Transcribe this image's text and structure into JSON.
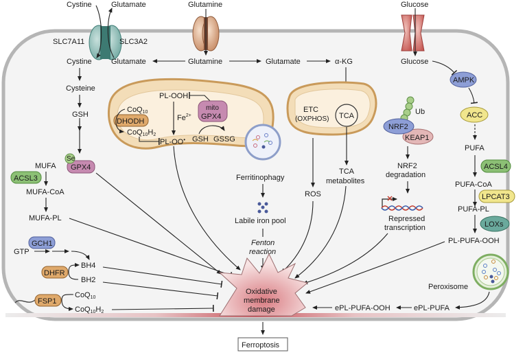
{
  "colors": {
    "cell_fill": "#f4f4f4",
    "cell_border": "#b8b8b8",
    "xc_transporter": "#5f9e98",
    "glutamine_transporter": "#c98b63",
    "glucose_transporter": "#c9605a",
    "mito_fill": "#f3ddb8",
    "mito_border": "#c99a5a",
    "gpx4": "#c68ab0",
    "green_enzyme": "#8cc075",
    "blue_enzyme": "#8d9ed6",
    "orange_enzyme": "#dfa96b",
    "yellow_enzyme": "#f1e68d",
    "teal_enzyme": "#6aa99c",
    "keap1": "#e3b7b7",
    "damage": "#d98b8e"
  },
  "transporters": {
    "xc": {
      "label_left": "SLC7A11",
      "label_right": "SLC3A2",
      "out_in": "Cystine",
      "out_out": "Glutamate",
      "in_in": "Cystine",
      "in_out": "Glutamate"
    },
    "glutamine": {
      "outside": "Glutamine",
      "inside": "Glutamine"
    },
    "glucose": {
      "outside": "Glucose",
      "inside": "Glucose"
    }
  },
  "glutaminolysis": {
    "glutamate": "Glutamate",
    "akg": "α-KG"
  },
  "gsh_axis": {
    "cysteine": "Cysteine",
    "gsh": "GSH",
    "se": "Se",
    "gpx4": "GPX4"
  },
  "mufa_axis": {
    "mufa": "MUFA",
    "acsl3": "ACSL3",
    "mufa_coa": "MUFA-CoA",
    "mufa_pl": "MUFA-PL"
  },
  "bh4_axis": {
    "gch1": "GCH1",
    "gtp": "GTP",
    "dhfr": "DHFR",
    "bh4": "BH4",
    "bh2": "BH2"
  },
  "fsp1_axis": {
    "fsp1": "FSP1",
    "coq10": "CoQ",
    "coq10_sub": "10",
    "coq10h2": "CoQ",
    "coq10h2_sub": "10",
    "coq10h2_h": "H",
    "coq10h2_sub2": "2"
  },
  "mitochondrion_left": {
    "pl_ooh": "PL-OOH",
    "fe": "Fe",
    "fe_sup": "2+",
    "pl_oo": "PL-OO",
    "pl_oo_sup": "•",
    "coq10": "CoQ",
    "coq10_sub": "10",
    "dhodh": "DHODH",
    "coq10h2": "CoQ",
    "coq10h2_sub": "10",
    "coq10h2_h": "H",
    "coq10h2_sub2": "2",
    "mito_gpx4_line1": "mito",
    "mito_gpx4_line2": "GPX4",
    "gsh": "GSH",
    "gssg": "GSSG"
  },
  "ferritinophagy": {
    "label": "Ferritinophagy",
    "lip": "Labile iron pool",
    "fenton_line1": "Fenton",
    "fenton_line2": "reaction"
  },
  "mitochondrion_right": {
    "etc_line1": "ETC",
    "etc_line2": "(OXPHOS)",
    "tca": "TCA",
    "ros": "ROS",
    "tca_met_line1": "TCA",
    "tca_met_line2": "metabolites"
  },
  "nrf2_axis": {
    "ub": "Ub",
    "nrf2": "NRF2",
    "keap1": "KEAP1",
    "deg_line1": "NRF2",
    "deg_line2": "degradation",
    "rep_line1": "Repressed",
    "rep_line2": "transcription"
  },
  "pufa_axis": {
    "ampk": "AMPK",
    "acc": "ACC",
    "pufa": "PUFA",
    "acsl4": "ACSL4",
    "pufa_coa": "PUFA-CoA",
    "lpcat3": "LPCAT3",
    "pufa_pl": "PUFA-PL",
    "loxs": "LOXs",
    "pl_pufa_ooh": "PL-PUFA-OOH"
  },
  "peroxisome": {
    "label": "Peroxisome",
    "epl_pufa": "ePL-PUFA",
    "epl_pufa_ooh": "ePL-PUFA-OOH"
  },
  "outcome": {
    "damage_line1": "Oxidative",
    "damage_line2": "membrane",
    "damage_line3": "damage",
    "ferroptosis": "Ferroptosis"
  }
}
